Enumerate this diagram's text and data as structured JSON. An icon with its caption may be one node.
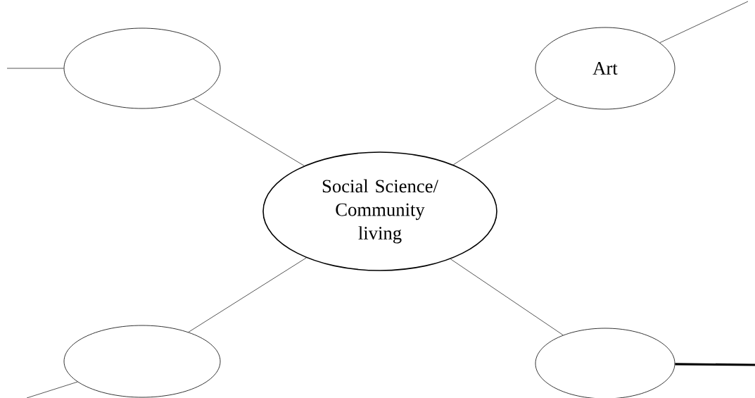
{
  "diagram": {
    "nodes": [
      {
        "text": [
          "Social Science/ Community living"
        ]
      },
      {
        "text": [],
        "shape": "ellipse"
      },
      {
        "text": [
          "Art"
        ]
      },
      {
        "text": [],
        "shape": "ellipse"
      },
      {
        "text": [],
        "shape": "ellipse"
      }
    ],
    "edges": [
      {
        "from": 0,
        "to": 1,
        "arrow": "none"
      },
      {
        "from": 0,
        "to": 2,
        "arrow": "none"
      },
      {
        "from": 0,
        "to": 3,
        "arrow": "none"
      },
      {
        "from": 0,
        "to": 4,
        "arrow": "none"
      },
      {
        "from": 1,
        "to": null,
        "arrow": "none"
      },
      {
        "from": 2,
        "to": null,
        "arrow": "none"
      },
      {
        "from": 3,
        "to": null,
        "arrow": "none"
      },
      {
        "from": 4,
        "to": null,
        "arrow": "none",
        "style": "thick"
      }
    ]
  }
}
